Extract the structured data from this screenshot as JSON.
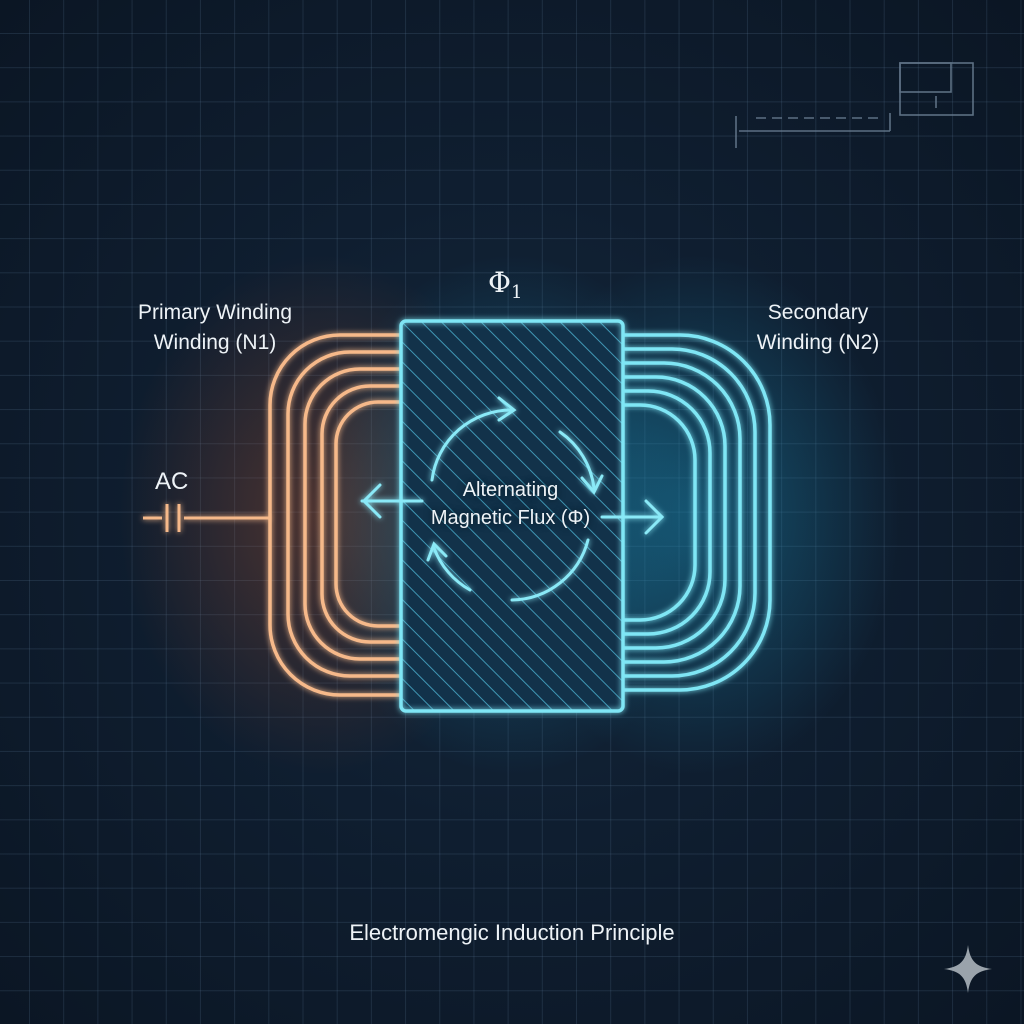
{
  "title": "Electromengic Induction Principle",
  "labels": {
    "primary_line1": "Primary Winding",
    "primary_line2": "Winding (N1)",
    "secondary_line1": "Secondary",
    "secondary_line2": "Winding (N2)",
    "ac_source": "AC",
    "flux_symbol": "Φ",
    "flux_subscript": "1",
    "flux_line1": "Alternating",
    "flux_line2": "Magnetic Flux (Φ)"
  },
  "colors": {
    "background": "#0e1b2b",
    "grid": "#2a3e52",
    "primary_coil": "#f6b98a",
    "primary_glow": "#e0703a",
    "secondary_coil": "#7fe6f5",
    "secondary_glow": "#1aa8d0",
    "core_stroke": "#7fe6f5",
    "text": "#eef3f7",
    "sparkle": "#9aa3ab"
  },
  "components": {
    "primary_winding_turns": 5,
    "secondary_winding_turns": 6,
    "core": "hatched rectangular core",
    "ac_source_symbol": "capacitor-like AC source",
    "flux_arrows": [
      "left",
      "right"
    ],
    "circulation_arrows": 4
  },
  "decorations": {
    "corner_schematic": "top-right schematic sketch",
    "sparkle_icon": "four-point star"
  }
}
